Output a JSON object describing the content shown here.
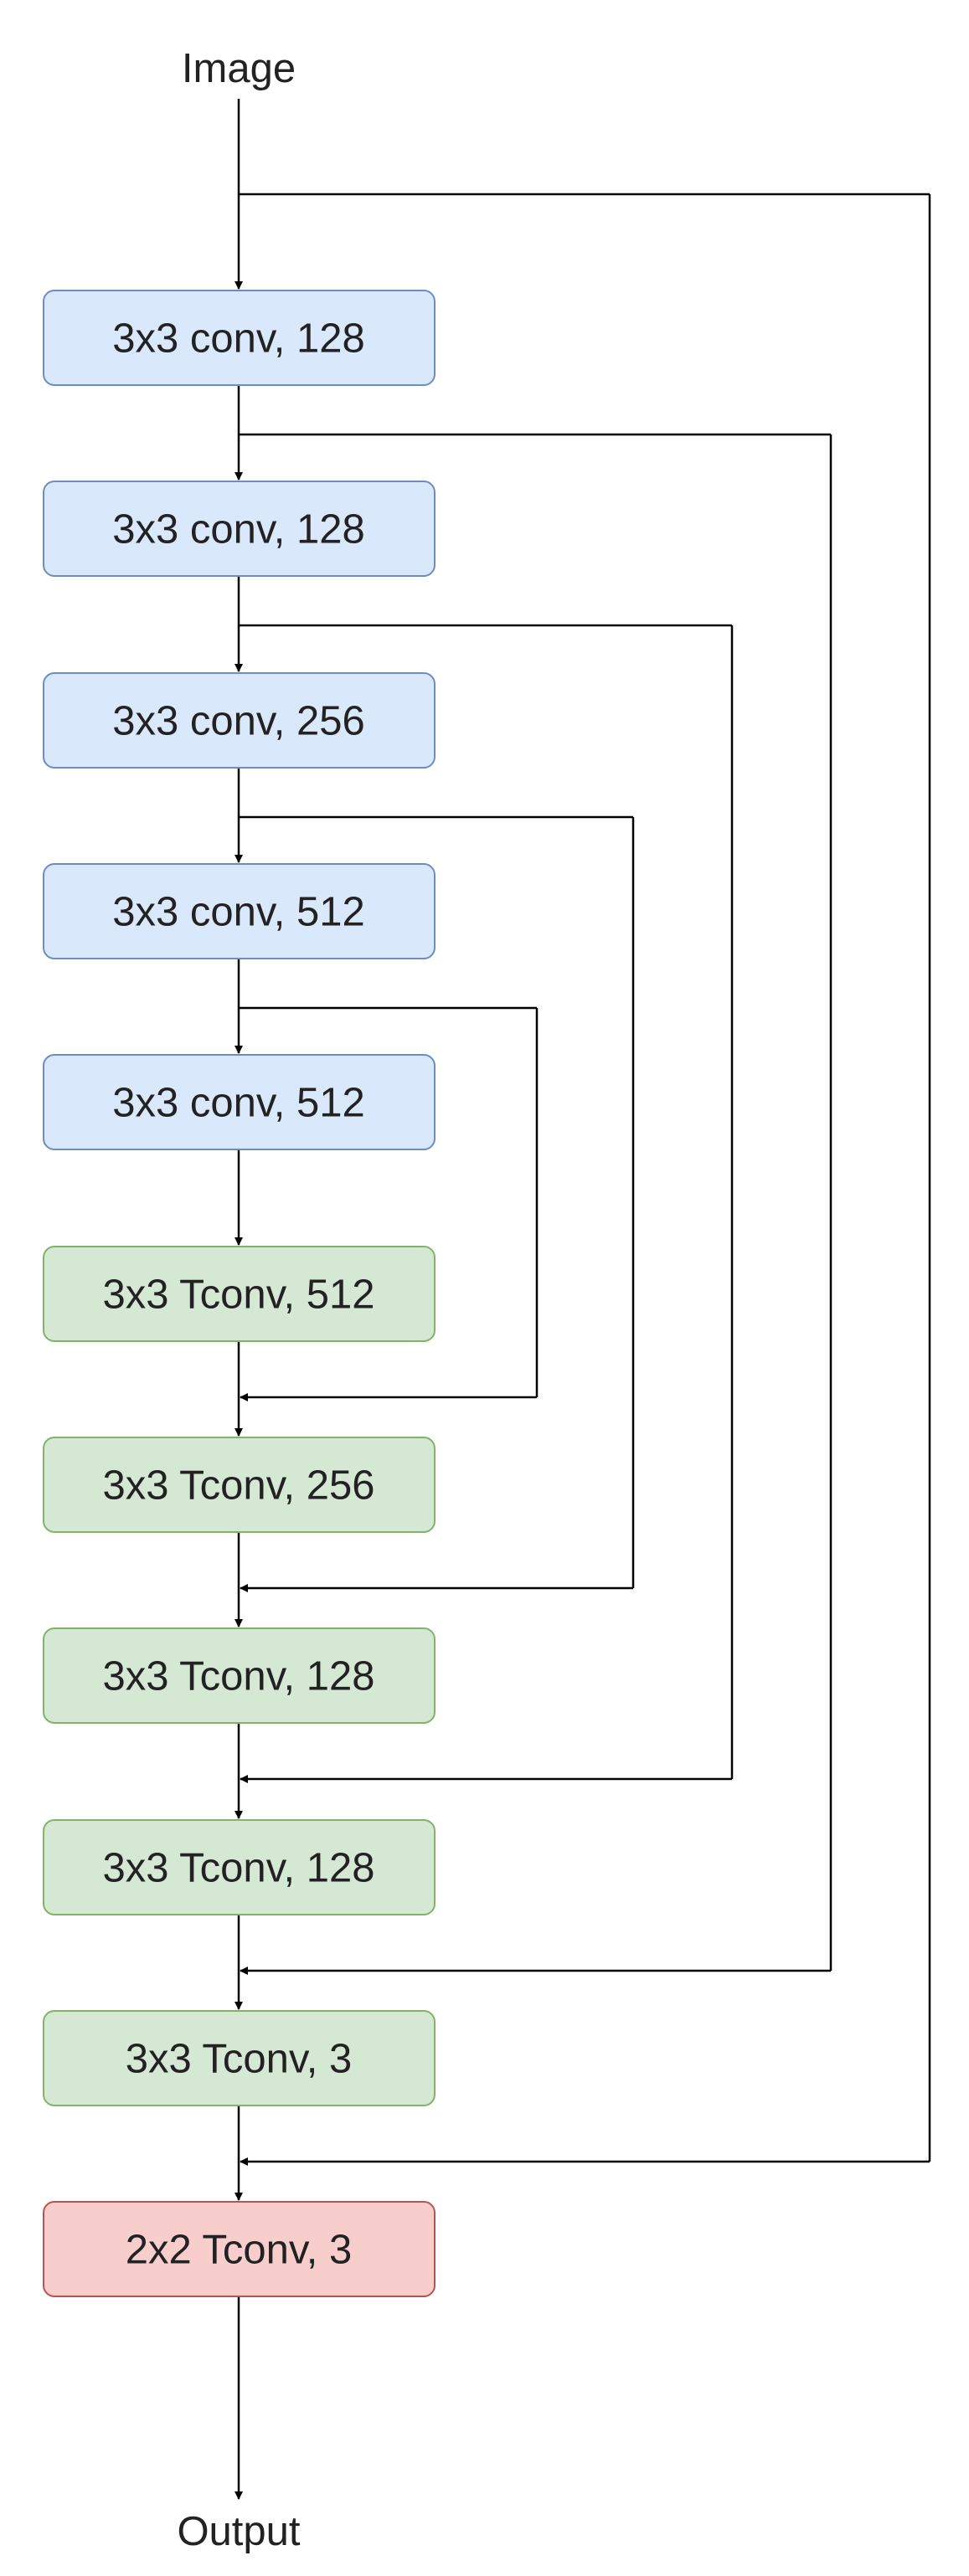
{
  "diagram": {
    "input_label": "Image",
    "output_label": "Output",
    "colors": {
      "conv": {
        "fill": "#dae8fc",
        "stroke": "#6c8ebf"
      },
      "tconv": {
        "fill": "#d5e8d4",
        "stroke": "#82b366"
      },
      "final": {
        "fill": "#f8cecc",
        "stroke": "#b85450"
      },
      "line": "#000000"
    },
    "blocks": [
      {
        "label": "3x3 conv, 128",
        "kind": "conv"
      },
      {
        "label": "3x3 conv, 128",
        "kind": "conv"
      },
      {
        "label": "3x3 conv, 256",
        "kind": "conv"
      },
      {
        "label": "3x3 conv, 512",
        "kind": "conv"
      },
      {
        "label": "3x3 conv, 512",
        "kind": "conv"
      },
      {
        "label": "3x3 Tconv, 512",
        "kind": "tconv"
      },
      {
        "label": "3x3 Tconv, 256",
        "kind": "tconv"
      },
      {
        "label": "3x3 Tconv, 128",
        "kind": "tconv"
      },
      {
        "label": "3x3 Tconv, 128",
        "kind": "tconv"
      },
      {
        "label": "3x3 Tconv, 3",
        "kind": "tconv"
      },
      {
        "label": "2x2 Tconv, 3",
        "kind": "final"
      }
    ],
    "skip_connections": [
      {
        "from": "input",
        "to_before_block": 10
      },
      {
        "from_after_block": 0,
        "to_before_block": 9
      },
      {
        "from_after_block": 1,
        "to_before_block": 8
      },
      {
        "from_after_block": 2,
        "to_before_block": 7
      },
      {
        "from_after_block": 3,
        "to_before_block": 6
      }
    ]
  }
}
